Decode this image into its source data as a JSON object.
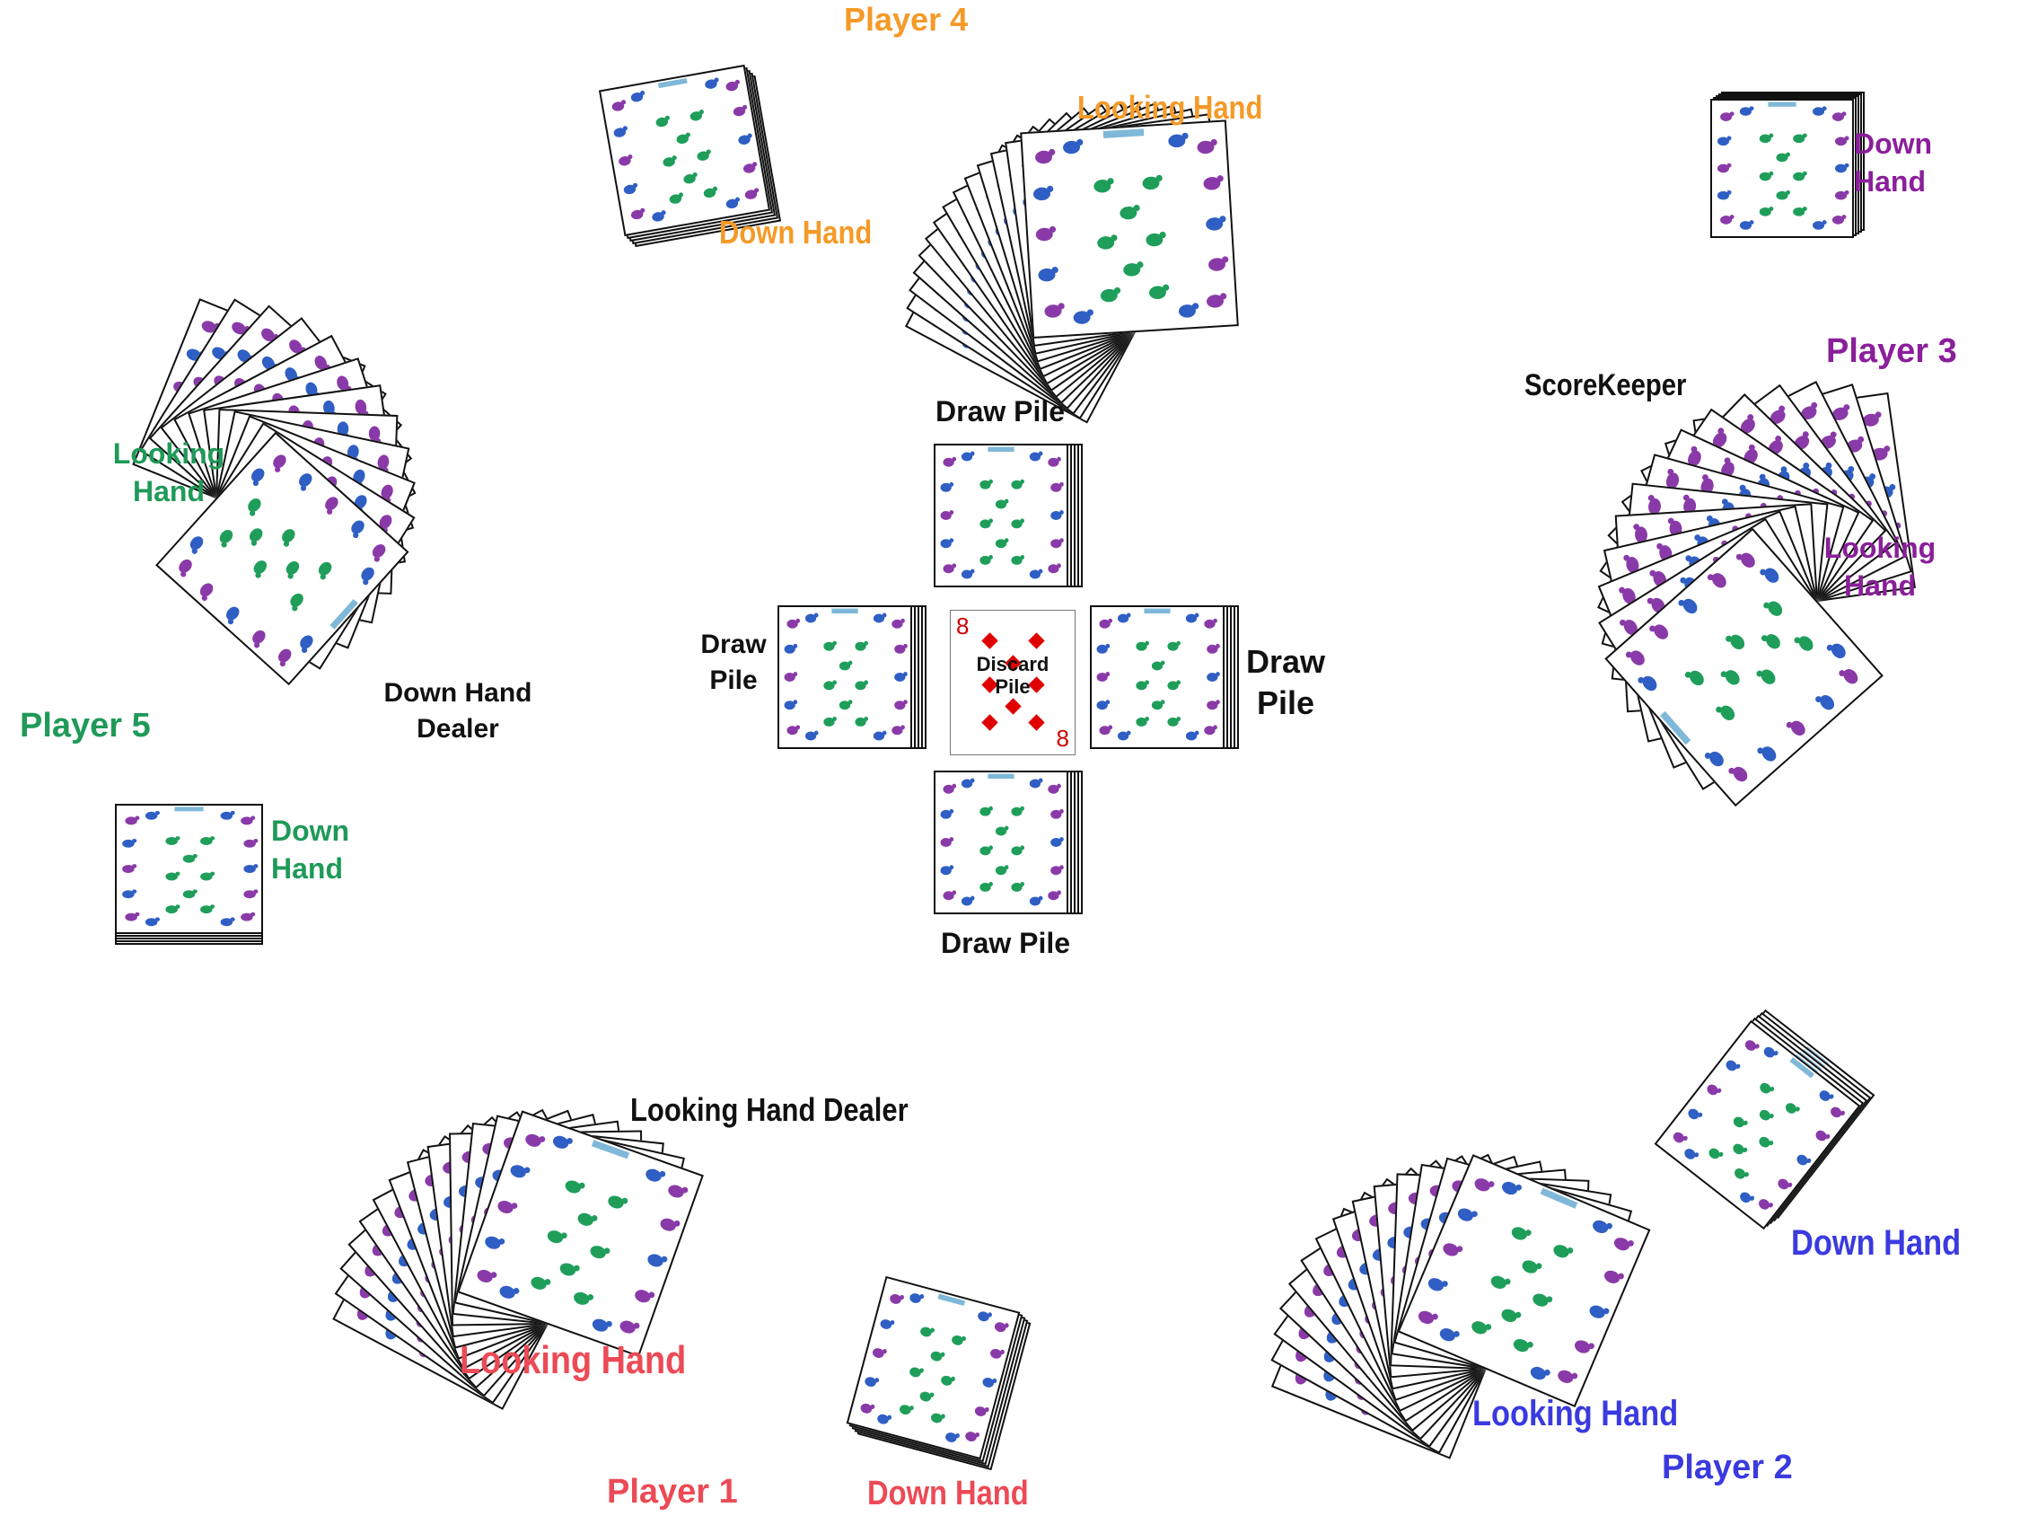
{
  "colors": {
    "player1": "#ec4a56",
    "player2": "#3a3ae0",
    "player3": "#8a1f9a",
    "player4": "#f59a27",
    "player5": "#1f9a58",
    "neutral": "#111111",
    "card_green": "#1f9e5a",
    "card_blue": "#2f5fc4",
    "card_purple": "#8a3aa8",
    "pip_red": "#e00000"
  },
  "players": {
    "p4": {
      "name": "Player 4",
      "down": "Down Hand",
      "looking": "Looking Hand"
    },
    "p3": {
      "name": "Player 3",
      "down": [
        "Down",
        "Hand"
      ],
      "looking": [
        "Looking",
        "Hand"
      ],
      "role": "ScoreKeeper"
    },
    "p5": {
      "name": "Player 5",
      "down": [
        "Down",
        "Hand"
      ],
      "looking": [
        "Looking",
        "Hand"
      ],
      "role": [
        "Down Hand",
        "Dealer"
      ]
    },
    "p1": {
      "name": "Player 1",
      "down": "Down Hand",
      "looking": "Looking Hand",
      "role": "Looking Hand Dealer"
    },
    "p2": {
      "name": "Player 2",
      "down": "Down Hand",
      "looking": "Looking Hand"
    }
  },
  "center": {
    "draw_top": "Draw Pile",
    "draw_bottom": "Draw Pile",
    "draw_left": [
      "Draw",
      "Pile"
    ],
    "draw_right": [
      "Draw",
      "Pile"
    ],
    "discard": [
      "Discard",
      "Pile"
    ],
    "discard_rank": "8"
  }
}
